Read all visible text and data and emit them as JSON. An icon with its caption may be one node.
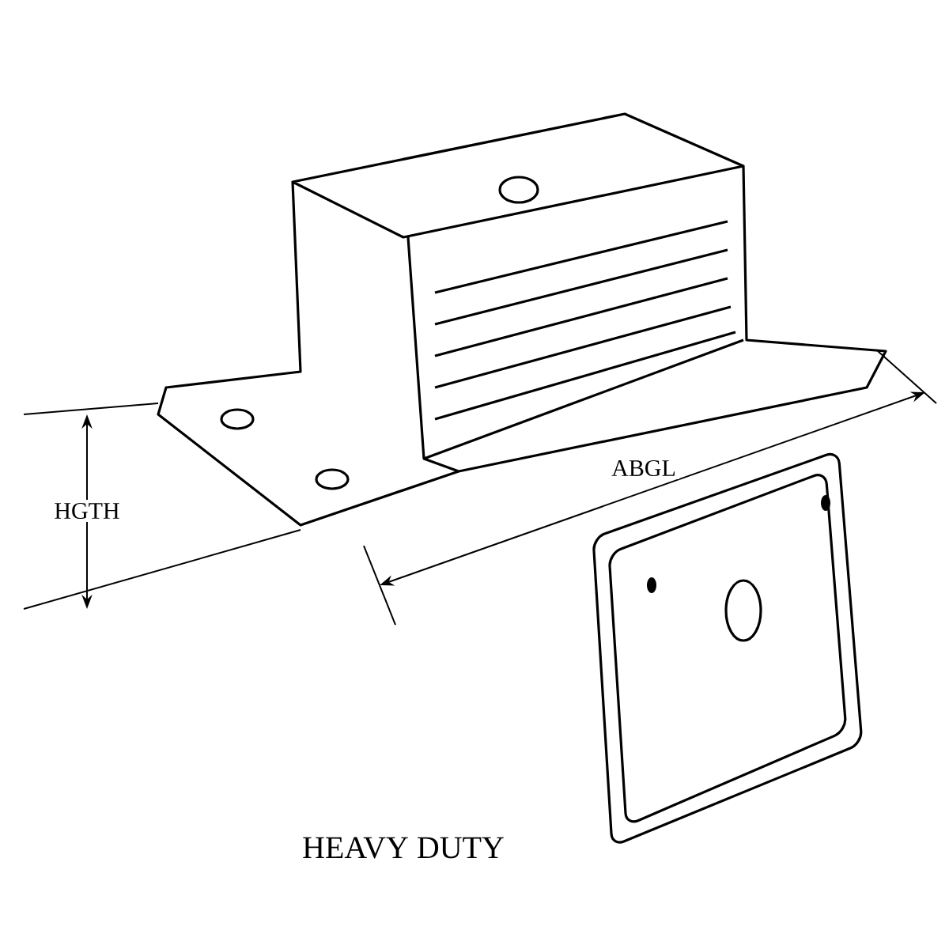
{
  "diagram": {
    "caption": "HEAVY DUTY",
    "labels": [
      "HGTH",
      "ABGL"
    ]
  }
}
